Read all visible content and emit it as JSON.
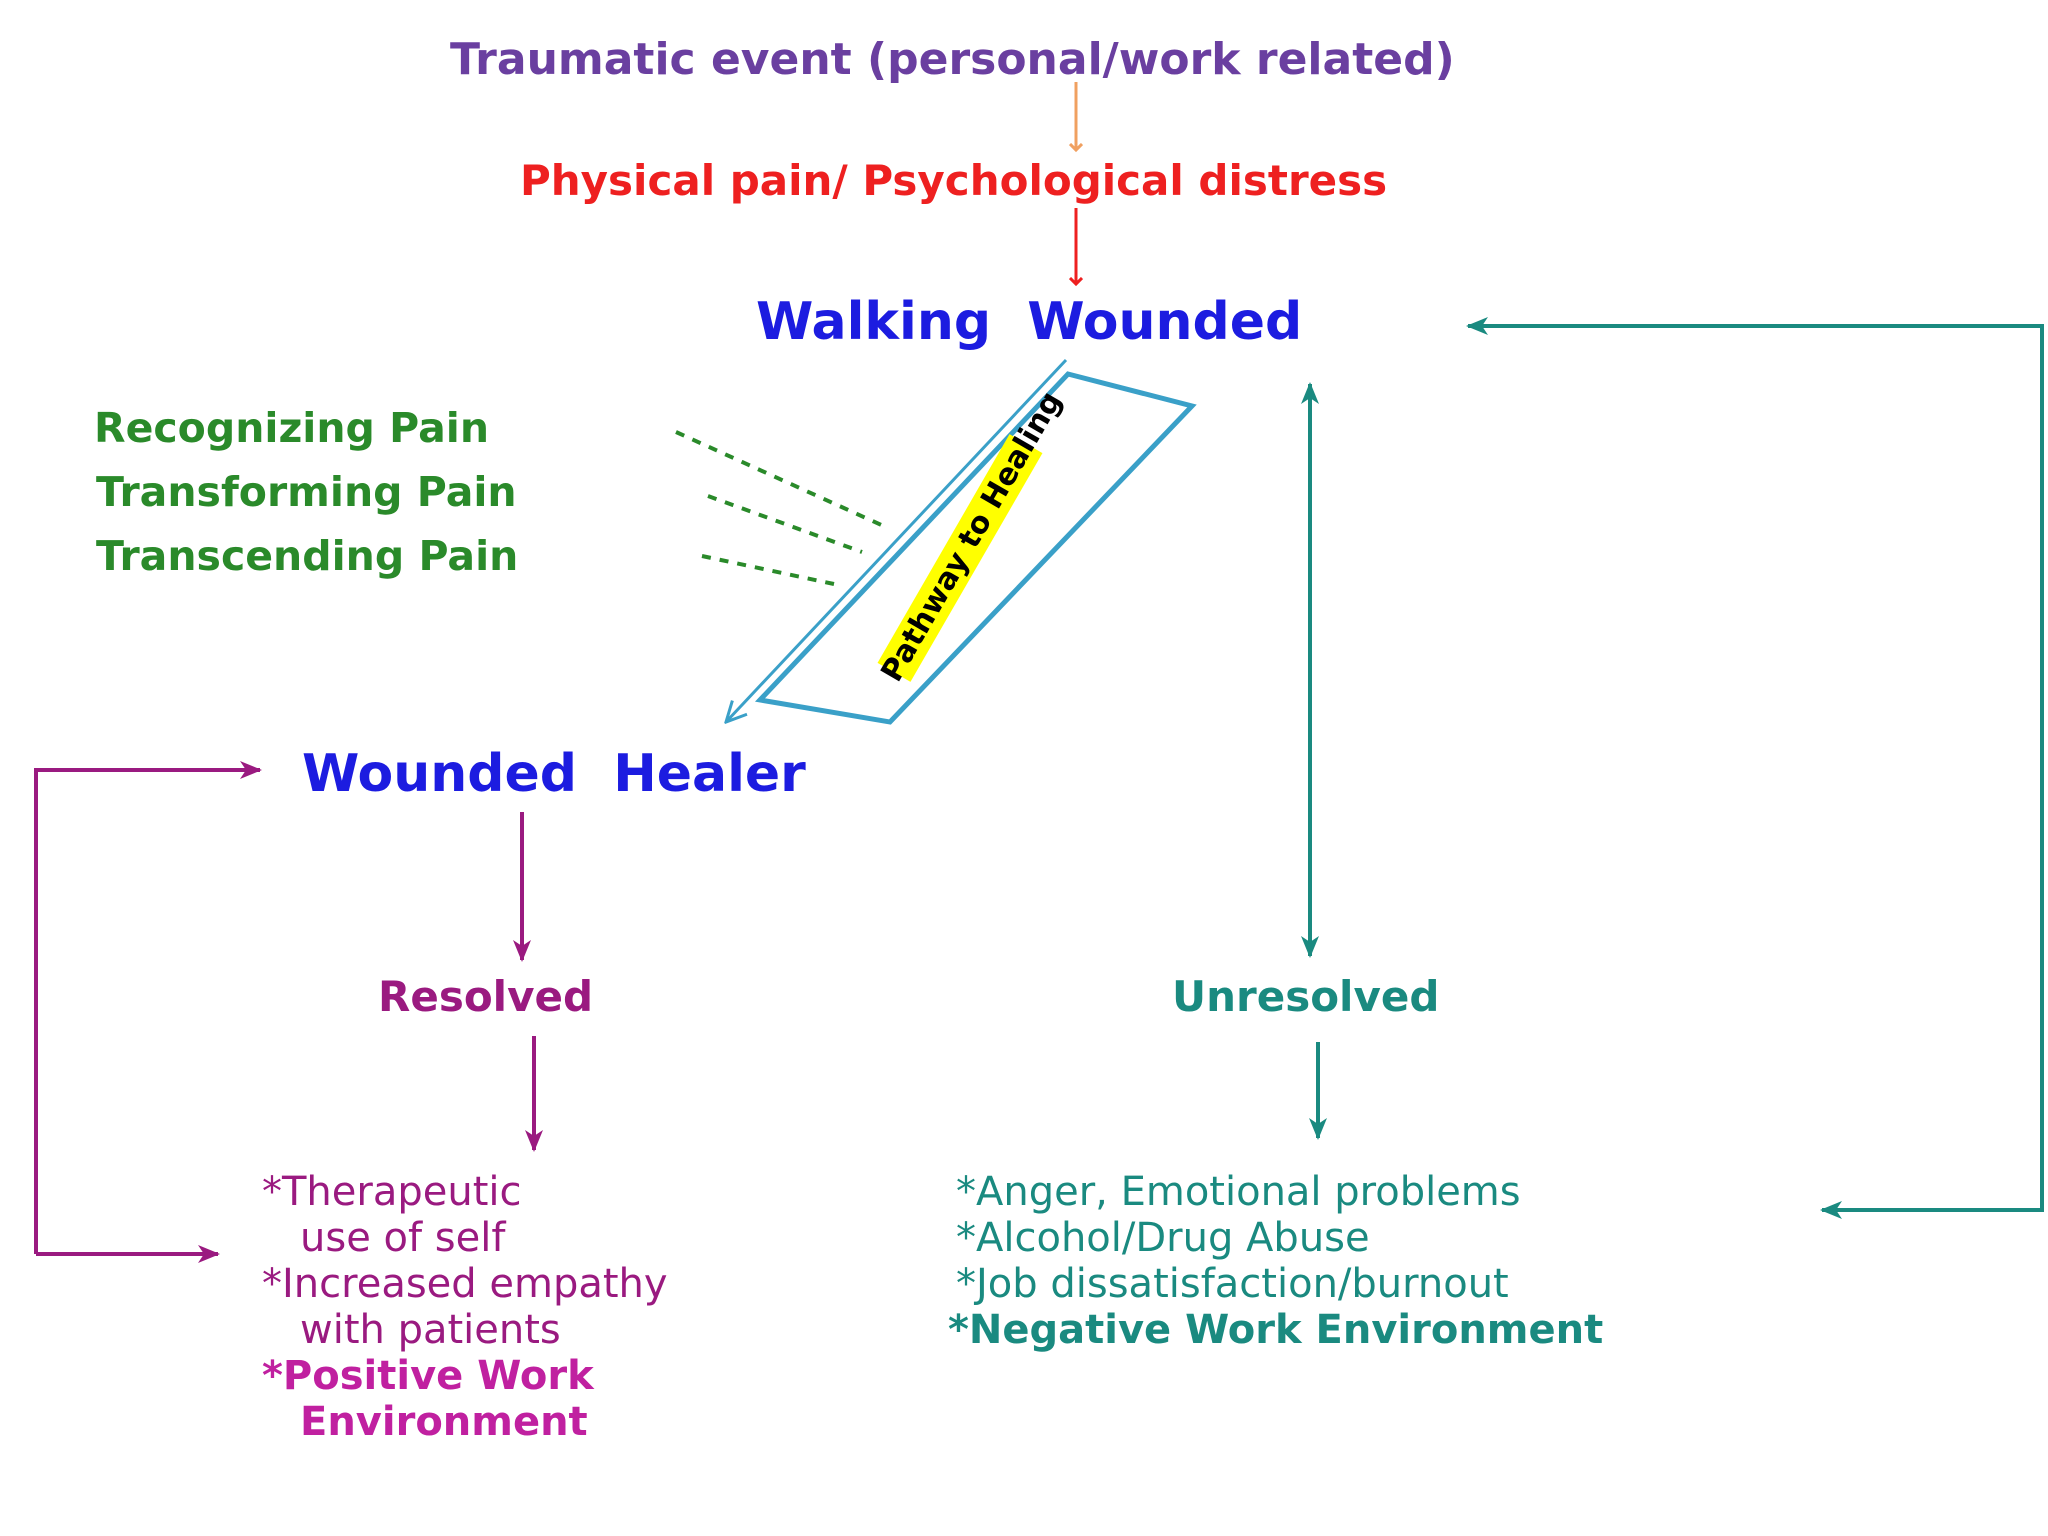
{
  "nodes": {
    "traumatic_event": "Traumatic event (personal/work related)",
    "pain_distress": "Physical pain/ Psychological distress",
    "walking_wounded": "Walking  Wounded",
    "wounded_healer": "Wounded  Healer",
    "resolved": "Resolved",
    "unresolved": "Unresolved"
  },
  "pathway": {
    "label": "Pathway to Healing",
    "steps": [
      "Recognizing Pain",
      "Transforming Pain",
      "Transcending Pain"
    ]
  },
  "resolved_outcomes": [
    "*Therapeutic",
    "use of self",
    "*Increased empathy",
    "with patients",
    "*Positive Work",
    "Environment"
  ],
  "unresolved_outcomes": [
    "*Anger, Emotional problems",
    "*Alcohol/Drug Abuse",
    "*Job dissatisfaction/burnout",
    "*Negative Work Environment"
  ],
  "colors": {
    "purple_title": "#6a3fa0",
    "red": "#ee2020",
    "orange_arrow": "#f0a060",
    "blue": "#1c1ce0",
    "green": "#2a8a2a",
    "teal": "#1a8a80",
    "magenta": "#9a1a80",
    "pathway_border": "#3aa0c8",
    "pathway_highlight": "#ffff00"
  }
}
